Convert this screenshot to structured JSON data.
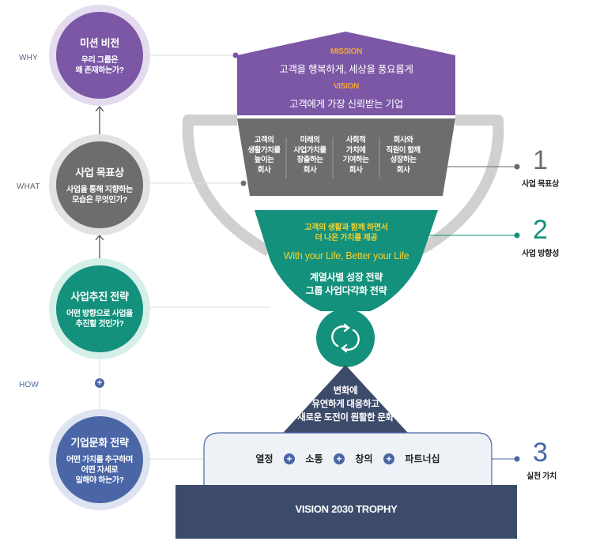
{
  "side_labels": {
    "why": "WHY",
    "what": "WHAT",
    "how": "HOW"
  },
  "circles": {
    "mission": {
      "title": "미션 비전",
      "desc": "우리 그룹은\n왜 존재하는가?"
    },
    "goal": {
      "title": "사업 목표상",
      "desc": "사업을 통해 지향하는\n모습은 무엇인가?"
    },
    "strategy": {
      "title": "사업추진 전략",
      "desc": "어떤 방향으로 사업을\n추진할 것인가?"
    },
    "culture": {
      "title": "기업문화 전략",
      "desc": "어떤 가치를 추구하며\n어떤 자세로\n일해야 하는가?"
    }
  },
  "trophy": {
    "mission_label": "MISSION",
    "mission_text": "고객을 행복하게, 세상을 풍요롭게",
    "vision_label": "VISION",
    "vision_text": "고객에게 가장 신뢰받는 기업",
    "goals": [
      "고객의\n생활가치를\n높이는\n회사",
      "미래의\n사업가치를\n창출하는\n회사",
      "사회적\n가치에\n기여하는\n회사",
      "회사와\n직원이 함께\n성장하는\n회사"
    ],
    "direction_ko": "고객의 생활과 함께 하면서\n더 나은 가치를 제공",
    "direction_en": "With your Life, Better your Life",
    "strategies": "계열사별 성장 전략\n그룹 사업다각화 전략",
    "culture_text": "변화에\n유연하게 대응하고\n새로운 도전이 원활한 문화",
    "values": [
      "열정",
      "소통",
      "창의",
      "파트너십"
    ],
    "base_label": "VISION 2030 TROPHY"
  },
  "markers": [
    {
      "number": "1",
      "label": "사업 목표상"
    },
    {
      "number": "2",
      "label": "사업 방향성"
    },
    {
      "number": "3",
      "label": "실천 가치"
    }
  ],
  "icons": {
    "arrow_up": "arrow-up-icon",
    "plus": "plus-icon",
    "refresh": "refresh-icon"
  },
  "colors": {
    "purple": "#7b57a6",
    "gray": "#6d6d6d",
    "teal": "#14917c",
    "navy": "#3d4b6b",
    "blue_circle": "#4a66a6",
    "orange": "#f3a43b",
    "yellow": "#f3d12e"
  }
}
